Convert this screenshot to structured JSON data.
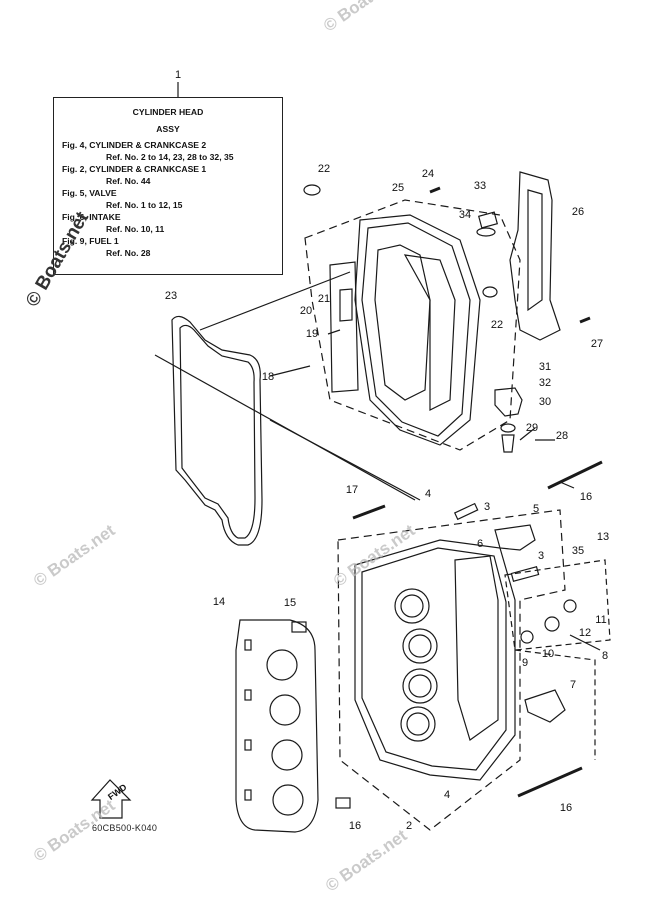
{
  "ref_box": {
    "title": "CYLINDER HEAD",
    "subtitle": "ASSY",
    "lines": [
      {
        "text": "Fig. 4, CYLINDER & CRANKCASE 2",
        "indent": false
      },
      {
        "text": "Ref. No. 2 to 14, 23, 28 to 32, 35",
        "indent": true
      },
      {
        "text": "Fig. 2, CYLINDER & CRANKCASE 1",
        "indent": false
      },
      {
        "text": "Ref. No. 44",
        "indent": true
      },
      {
        "text": "Fig. 5, VALVE",
        "indent": false
      },
      {
        "text": "Ref. No. 1 to 12, 15",
        "indent": true
      },
      {
        "text": "Fig. 6, INTAKE",
        "indent": false
      },
      {
        "text": "Ref. No. 10, 11",
        "indent": true
      },
      {
        "text": "Fig. 9, FUEL 1",
        "indent": false
      },
      {
        "text": "Ref. No. 28",
        "indent": true
      }
    ]
  },
  "callouts": [
    "1",
    "22",
    "24",
    "25",
    "33",
    "34",
    "26",
    "21",
    "20",
    "19",
    "22",
    "27",
    "23",
    "18",
    "31",
    "32",
    "30",
    "29",
    "28",
    "17",
    "4",
    "3",
    "16",
    "5",
    "6",
    "13",
    "35",
    "3",
    "14",
    "15",
    "12",
    "11",
    "8",
    "9",
    "10",
    "7",
    "4",
    "16",
    "16",
    "2"
  ],
  "watermark": {
    "main": "© Boats.net",
    "faint": "© Boats.net"
  },
  "diagram_code": "60CB500-K040",
  "fwd_label": "FWD"
}
